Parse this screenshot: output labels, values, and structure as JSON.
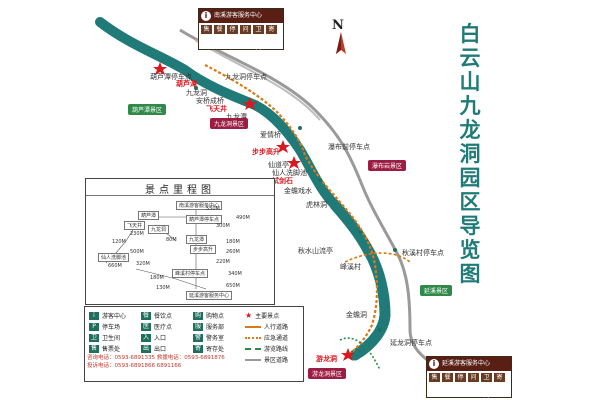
{
  "map": {
    "title": "白云山九龙洞园区导览图",
    "north_label": "N",
    "service_top": {
      "title": "南溪游客服务中心",
      "subtitle": "South Tourist Service Center",
      "icons": [
        "售票",
        "餐饮",
        "停车",
        "问询",
        "卫生间",
        "寄存"
      ]
    },
    "service_bottom": {
      "title": "延溪游客服务中心",
      "subtitle": "East Tourist Service Center",
      "icons": [
        "售票",
        "餐饮",
        "停车",
        "问询",
        "卫生间",
        "寄存"
      ]
    },
    "place_labels": {
      "hulu_pavilion": "葫芦潭停车点",
      "jiulong_pavilion": "九龙洞停车点",
      "hulutan": "葫芦潭",
      "jiulong_gate": "九龙洞",
      "anqiao": "安桥成桥",
      "feitian": "飞天井",
      "jiulong_tan": "九龙潭",
      "aijing": "爱情桥",
      "pubu": "瀑布前停车点",
      "bubu": "步步高升",
      "xiandao": "仙道亭",
      "xianren": "仙人洗脚池",
      "shijian": "试剑石",
      "jinshan": "金蟾戏水",
      "hulin": "虎林洞",
      "yunliang": "秋水山流亭",
      "qiuling": "秋溪村停车点",
      "xiqiao": "峰溪村",
      "yanlong": "延龙洞停车点",
      "youlong": "游龙洞",
      "jindi": "金蟾洞"
    },
    "badges": {
      "hulu_badge": "葫芦潭景区",
      "jiulong_badge": "九龙洞景区",
      "pubu_badge": "瀑布岩景区",
      "yanxi_badge": "延溪景区",
      "youlong_badge": "游龙洞景区"
    },
    "mileage": {
      "title": "景点里程图",
      "nodes": [
        "南溪游客服务中心",
        "葫芦潭停车点",
        "葫芦潭",
        "飞天井",
        "九龙洞",
        "九龙潭",
        "步步高升",
        "仙人洗脚池",
        "峰溪村停车点",
        "延溪游客服务中心"
      ],
      "dists": [
        "550M",
        "300M",
        "230M",
        "120M",
        "80M",
        "180M",
        "260M",
        "660M",
        "320M",
        "180M",
        "220M",
        "340M",
        "130M",
        "650M",
        "500M",
        "490M"
      ]
    },
    "legend": {
      "items": [
        {
          "icon": "i",
          "text": "游客中心"
        },
        {
          "icon": "P",
          "text": "停车场"
        },
        {
          "icon": "卫",
          "text": "卫生间"
        },
        {
          "icon": "售",
          "text": "售票处"
        },
        {
          "icon": "餐",
          "text": "餐饮点"
        },
        {
          "icon": "医",
          "text": "医疗点"
        },
        {
          "icon": "入",
          "text": "入口"
        },
        {
          "icon": "出",
          "text": "出口"
        },
        {
          "icon": "购",
          "text": "购物点"
        },
        {
          "icon": "服",
          "text": "服务部"
        },
        {
          "icon": "警",
          "text": "警务室"
        },
        {
          "icon": "寄",
          "text": "寄存处"
        },
        {
          "icon": "★",
          "text": "主要景点"
        },
        {
          "icon": "—",
          "text": "人行道路"
        },
        {
          "icon": "…",
          "text": "应急通道"
        },
        {
          "icon": "—",
          "text": "游览路线"
        },
        {
          "icon": "—",
          "text": "景区道路"
        }
      ],
      "phones": [
        "咨询电话：0593-6891335  救援电话：0593-6891876",
        "投诉电话：0593-6891866  6891166"
      ]
    },
    "colors": {
      "river": "#1f7a78",
      "route": "#d97a1a",
      "road": "#9a9a9a",
      "badge": "#9c1c44",
      "star": "#d71920"
    }
  }
}
